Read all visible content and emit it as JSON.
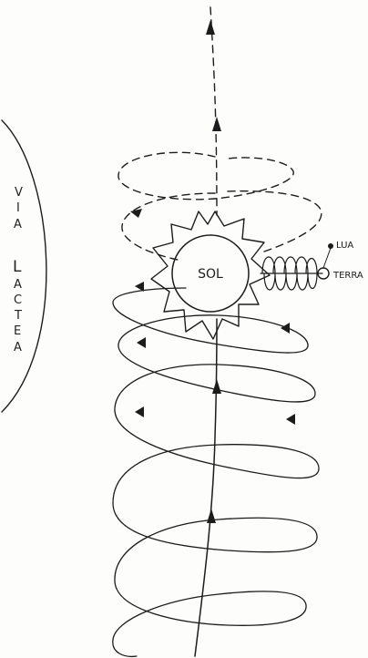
{
  "figure": {
    "labels": {
      "galaxy_letters_word1": [
        "V",
        "I",
        "A"
      ],
      "galaxy_letters_word2": [
        "L",
        "A",
        "C",
        "T",
        "E",
        "A"
      ],
      "sun": "SOL",
      "moon": "LUA",
      "earth": "TERRA"
    }
  }
}
